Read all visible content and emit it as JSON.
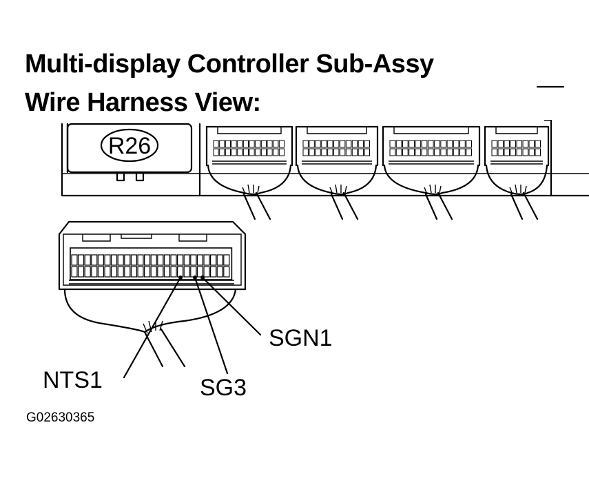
{
  "title": {
    "line1": "Multi-display Controller Sub-Assy",
    "line2": "Wire Harness View:"
  },
  "connector_id": "R26",
  "pin_labels": {
    "nts1": "NTS1",
    "sg3": "SG3",
    "sgn1": "SGN1"
  },
  "figure_code": "G02630365",
  "colors": {
    "ink": "#000000",
    "paper": "#ffffff"
  }
}
